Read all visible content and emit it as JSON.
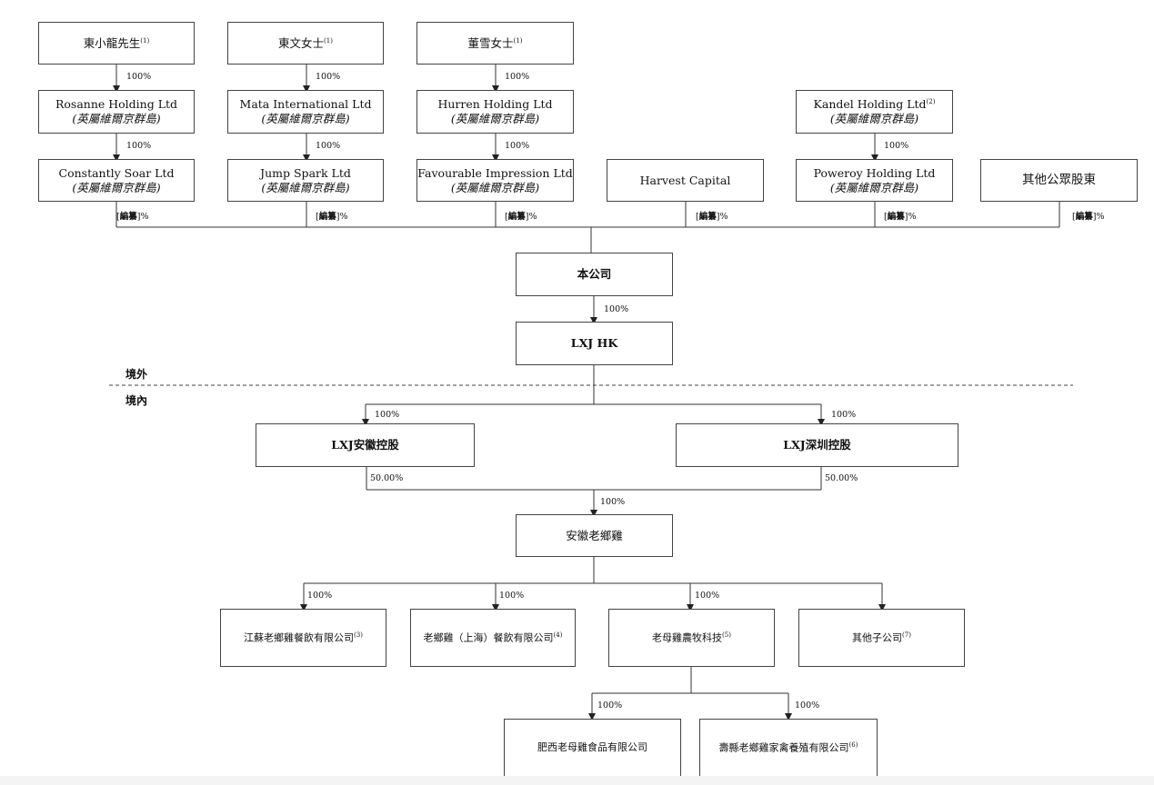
{
  "persons": [
    {
      "name": "東小龍先生",
      "note": "(1)"
    },
    {
      "name": "東文女士",
      "note": "(1)"
    },
    {
      "name": "董雪女士",
      "note": "(1)"
    }
  ],
  "holdings": [
    {
      "name": "Rosanne Holding Ltd",
      "sub": "(英屬維爾京群島)"
    },
    {
      "name": "Mata International Ltd",
      "sub": "(英屬維爾京群島)"
    },
    {
      "name": "Hurren Holding Ltd",
      "sub": "(英屬維爾京群島)"
    },
    {
      "name": "Kandel Holding Ltd",
      "note": "(2)",
      "sub": "(英屬維爾京群島)"
    }
  ],
  "shareholders": [
    {
      "name": "Constantly Soar Ltd",
      "sub": "(英屬維爾京群島)"
    },
    {
      "name": "Jump Spark Ltd",
      "sub": "(英屬維爾京群島)"
    },
    {
      "name": "Favourable Impression Ltd",
      "sub": "(英屬維爾京群島)"
    },
    {
      "name": "Harvest Capital"
    },
    {
      "name": "Poweroy Holding Ltd",
      "sub": "(英屬維爾京群島)"
    },
    {
      "name": "其他公眾股東"
    }
  ],
  "pct": {
    "full": "100%",
    "half": "50.00%",
    "redacted_open": "[",
    "redacted_word": "編纂",
    "redacted_close": "]%"
  },
  "company": "本公司",
  "lxj_hk": "LXJ HK",
  "zones": {
    "offshore": "境外",
    "onshore": "境內"
  },
  "holdcos": [
    "LXJ安徽控股",
    "LXJ深圳控股"
  ],
  "anhui": "安徽老鄉雞",
  "subsidiaries": [
    {
      "name": "江蘇老鄉雞餐飲有限公司",
      "note": "(3)"
    },
    {
      "name": "老鄉雞（上海）餐飲有限公司",
      "note": "(4)"
    },
    {
      "name": "老母雞農牧科技",
      "note": "(5)"
    },
    {
      "name": "其他子公司",
      "note": "(7)"
    }
  ],
  "grandchildren": [
    {
      "name": "肥西老母雞食品有限公司"
    },
    {
      "name": "壽縣老鄉雞家禽養殖有限公司",
      "note": "(6)"
    }
  ]
}
